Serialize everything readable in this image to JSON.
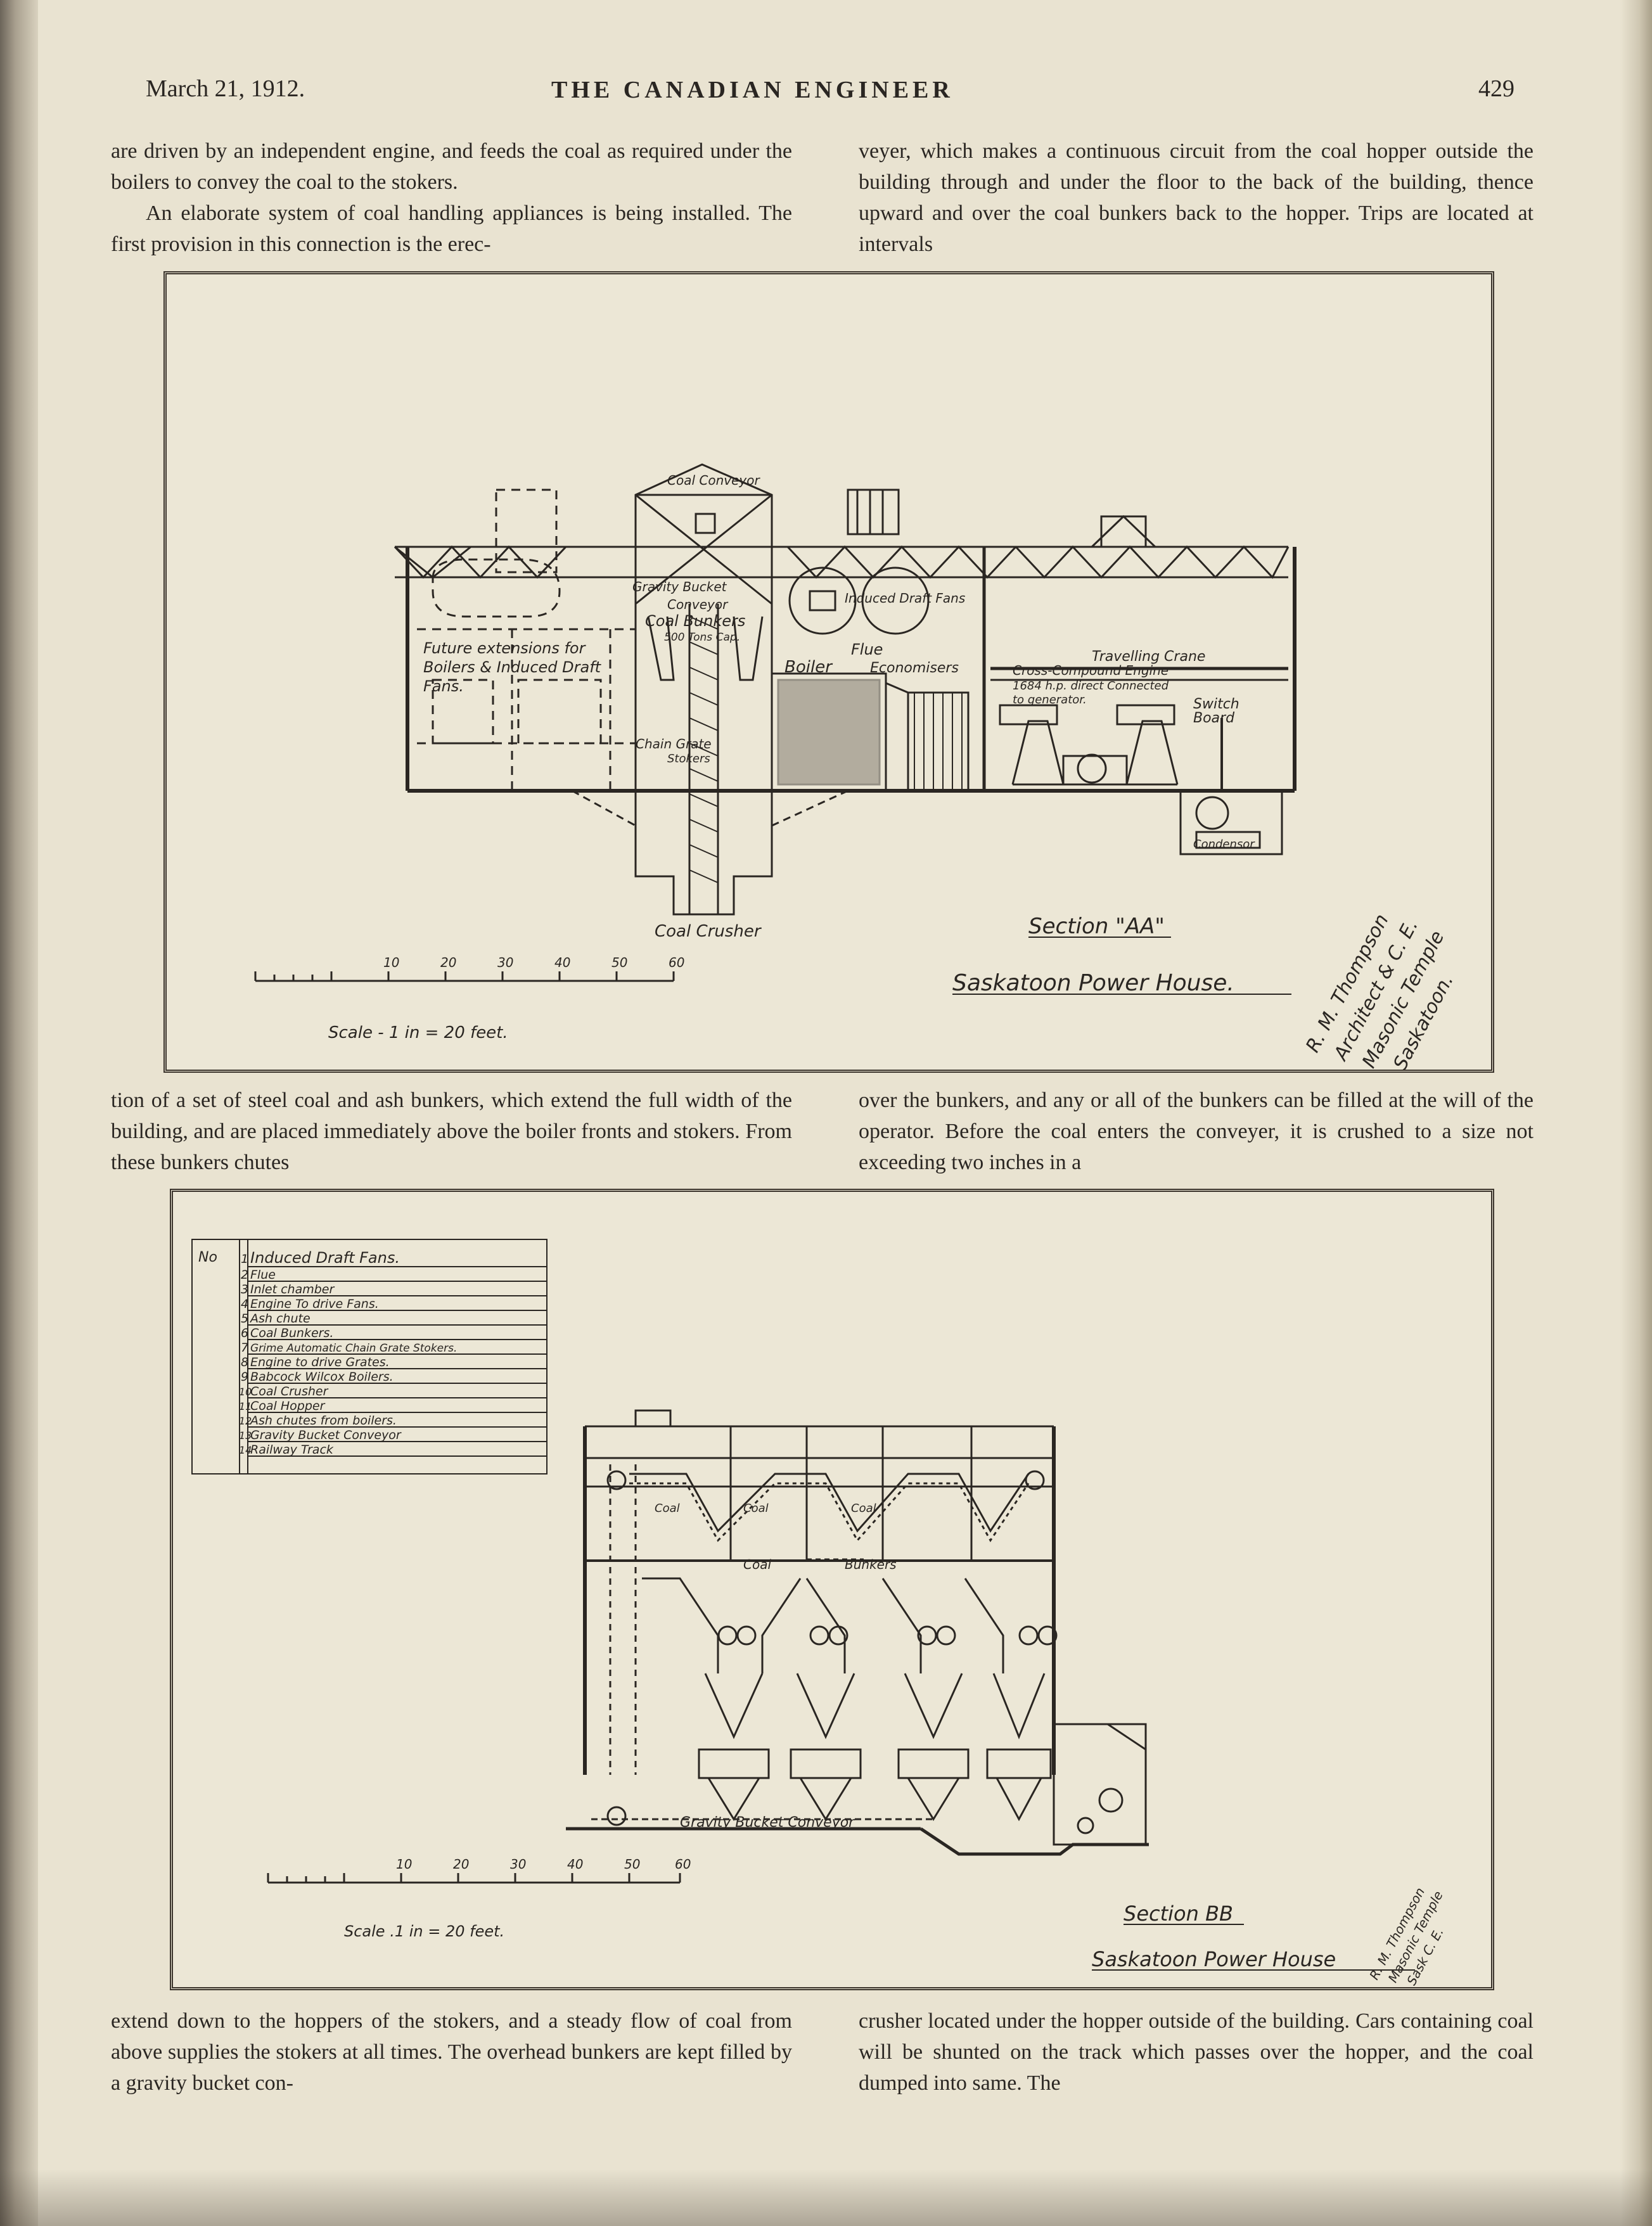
{
  "header": {
    "date": "March 21, 1912.",
    "journal": "THE CANADIAN ENGINEER",
    "page": "429"
  },
  "text": {
    "left_top_1": "are driven by an independent engine, and feeds the coal as required under the boilers to convey the coal to the stokers.",
    "left_top_2": "An elaborate system of coal handling appliances is being installed. The first provision in this connection is the erec-",
    "right_top": "veyer, which makes a continuous circuit from the coal hopper outside the building through and under the floor to the back of the building, thence upward and over the coal bunkers back to the hopper. Trips are located at intervals",
    "left_mid": "tion of a set of steel coal and ash bunkers, which extend the full width of the building, and are placed immediately above the boiler fronts and stokers. From these bunkers chutes",
    "right_mid": "over the bunkers, and any or all of the bunkers can be filled at the will of the operator. Before the coal enters the conveyer, it is crushed to a size not exceeding two inches in a",
    "left_bottom": "extend down to the hoppers of the stokers, and a steady flow of coal from above supplies the stokers at all times. The overhead bunkers are kept filled by a gravity bucket con-",
    "right_bottom": "crusher located under the hopper outside of the building. Cars containing coal will be shunted on the track which passes over the hopper, and the coal dumped into same. The"
  },
  "fig1": {
    "labels": {
      "coal_conveyor": "Coal Conveyor",
      "gravity_bucket": "Gravity Bucket",
      "conveyor": "Conveyor",
      "coal_bunkers": "Coal Bunkers",
      "tons": "500 Tons Cap.",
      "induced_draft": "Induced Draft Fans",
      "flue": "Flue",
      "boiler": "Boiler",
      "economisers": "Economisers",
      "future_1": "Future extensions for",
      "future_2": "Boilers & Induced Draft",
      "future_3": "Fans.",
      "chain_grate_1": "Chain Grate",
      "chain_grate_2": "Stokers",
      "travelling_crane": "Travelling Crane",
      "engine_1": "Cross-Compound Engine",
      "engine_2": "1684 h.p. direct Connected",
      "engine_3": "to generator.",
      "switch_1": "Switch",
      "switch_2": "Board",
      "condenser": "Condensor",
      "coal_crusher": "Coal Crusher",
      "section": "Section \"AA\"",
      "title": "Saskatoon Power House.",
      "scale": "Scale - 1 in = 20 feet."
    },
    "scale_ticks": [
      "10",
      "20",
      "30",
      "40",
      "50",
      "60"
    ],
    "signature": [
      "R. M. Thompson",
      "Architect & C. E.",
      "Masonic Temple",
      "Saskatoon."
    ]
  },
  "fig2": {
    "legend_header": "No",
    "legend": [
      {
        "n": "1",
        "label": "Induced Draft Fans."
      },
      {
        "n": "2",
        "label": "Flue"
      },
      {
        "n": "3",
        "label": "Inlet chamber"
      },
      {
        "n": "4",
        "label": "Engine To drive Fans."
      },
      {
        "n": "5",
        "label": "Ash chute"
      },
      {
        "n": "6",
        "label": "Coal Bunkers."
      },
      {
        "n": "7",
        "label": "Grime Automatic Chain Grate Stokers."
      },
      {
        "n": "8",
        "label": "Engine to drive Grates."
      },
      {
        "n": "9",
        "label": "Babcock Wilcox Boilers."
      },
      {
        "n": "10",
        "label": "Coal Crusher"
      },
      {
        "n": "11",
        "label": "Coal Hopper"
      },
      {
        "n": "12",
        "label": "Ash chutes from boilers."
      },
      {
        "n": "13",
        "label": "Gravity Bucket Conveyor"
      },
      {
        "n": "14",
        "label": "Railway Track"
      }
    ],
    "labels": {
      "coal": "Coal",
      "bunkers": "Bunkers",
      "gravity_bucket_conveyor": "Gravity Bucket Conveyor",
      "section": "Section BB",
      "title": "Saskatoon Power House",
      "scale": "Scale .1 in = 20 feet."
    },
    "scale_ticks": [
      "10",
      "20",
      "30",
      "40",
      "50",
      "60"
    ],
    "signature": [
      "R. M. Thompson",
      "Masonic Temple",
      "Sask C. E."
    ]
  }
}
